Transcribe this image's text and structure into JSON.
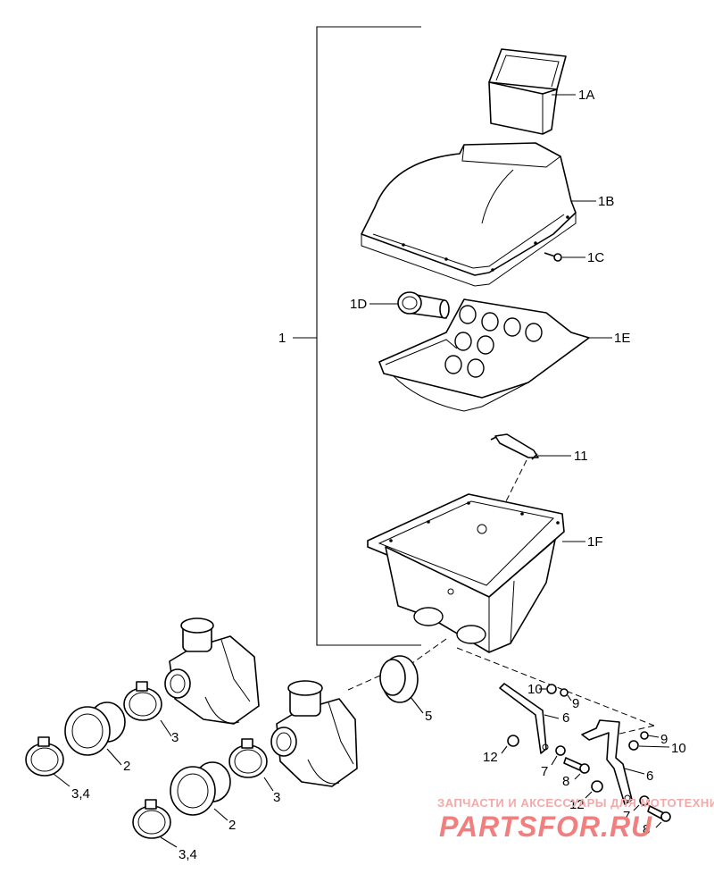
{
  "labels": {
    "p1": "1",
    "p1A": "1A",
    "p1B": "1B",
    "p1C": "1C",
    "p1D": "1D",
    "p1E": "1E",
    "p1F": "1F",
    "p11": "11",
    "p5": "5",
    "p10a": "10",
    "p9a": "9",
    "p6a": "6",
    "p12a": "12",
    "p7a": "7",
    "p8a": "8",
    "p9b": "9",
    "p10b": "10",
    "p6b": "6",
    "p12b": "12",
    "p7b": "7",
    "p8b": "8",
    "p3a": "3",
    "p2a": "2",
    "p34a": "3,4",
    "p3b": "3",
    "p2b": "2",
    "p34b": "3,4"
  },
  "watermark": {
    "top": "ЗАПЧАСТИ И АКСЕССУАРЫ ДЛЯ МОТОТЕХНИКИ",
    "main": "PARTSFOR.RU",
    "color": "#f07f7f"
  }
}
